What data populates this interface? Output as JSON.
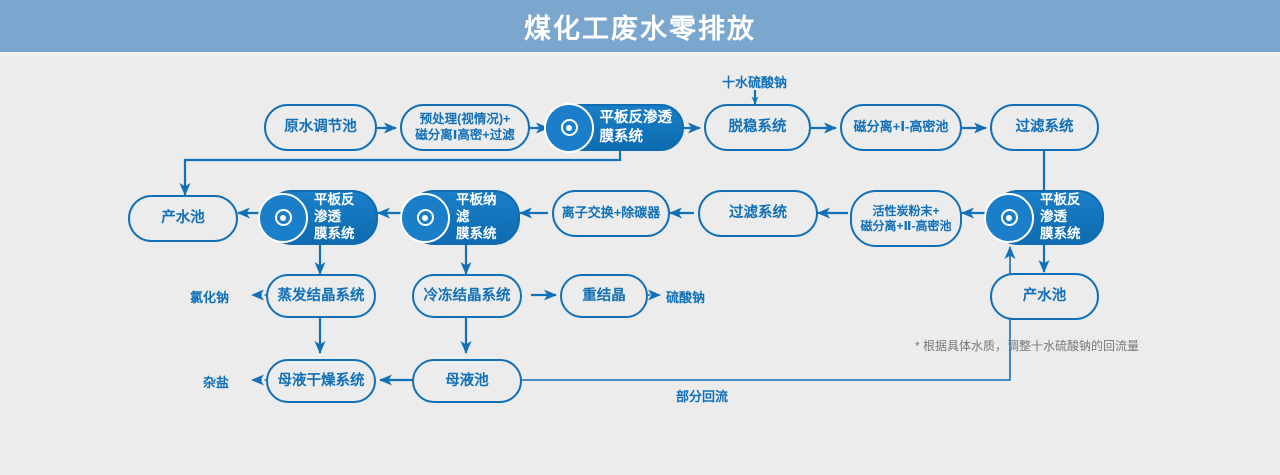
{
  "header": {
    "title": "煤化工废水零排放",
    "bar_color": "#7ba7cf"
  },
  "theme": {
    "line_color": "#1170b8",
    "node_fill_color": "#1a7fc8",
    "background": "#ececec",
    "text_color": "#1170b8",
    "note_color": "#777777"
  },
  "chart_data": {
    "type": "diagram",
    "title": "煤化工废水零排放",
    "nodes": [
      {
        "id": "n1",
        "label": "原水调节池",
        "style": "outline"
      },
      {
        "id": "n2",
        "label": "预处理(视情况)+\n磁分离Ⅰ高密+过滤",
        "style": "outline"
      },
      {
        "id": "n3",
        "label": "平板反渗透\n膜系统",
        "style": "filled",
        "icon": "membrane-disc-icon"
      },
      {
        "id": "n4",
        "label": "脱稳系统",
        "style": "outline"
      },
      {
        "id": "n5",
        "label": "磁分离+Ⅰ-高密池",
        "style": "outline"
      },
      {
        "id": "n6",
        "label": "过滤系统",
        "style": "outline"
      },
      {
        "id": "n7",
        "label": "平板反渗透\n膜系统",
        "style": "filled",
        "icon": "membrane-disc-icon"
      },
      {
        "id": "n8",
        "label": "活性炭粉末+\n磁分离+Ⅱ-高密池",
        "style": "outline"
      },
      {
        "id": "n9",
        "label": "过滤系统",
        "style": "outline"
      },
      {
        "id": "n10",
        "label": "离子交换+除碳器",
        "style": "outline"
      },
      {
        "id": "n11",
        "label": "平板纳滤\n膜系统",
        "style": "filled",
        "icon": "membrane-disc-icon"
      },
      {
        "id": "n12",
        "label": "平板反渗透\n膜系统",
        "style": "filled",
        "icon": "membrane-disc-icon"
      },
      {
        "id": "n13",
        "label": "产水池",
        "style": "outline"
      },
      {
        "id": "n14",
        "label": "产水池",
        "style": "outline"
      },
      {
        "id": "n15",
        "label": "蒸发结晶系统",
        "style": "outline"
      },
      {
        "id": "n16",
        "label": "冷冻结晶系统",
        "style": "outline"
      },
      {
        "id": "n17",
        "label": "重结晶",
        "style": "outline"
      },
      {
        "id": "n18",
        "label": "母液干燥系统",
        "style": "outline"
      },
      {
        "id": "n19",
        "label": "母液池",
        "style": "outline"
      }
    ],
    "edges": [
      {
        "from": "n1",
        "to": "n2",
        "kind": "solid"
      },
      {
        "from": "n2",
        "to": "n3",
        "kind": "solid"
      },
      {
        "from": "n3",
        "to": "n4",
        "kind": "solid"
      },
      {
        "from": "n4",
        "to": "n5",
        "kind": "solid"
      },
      {
        "from": "n5",
        "to": "n6",
        "kind": "solid"
      },
      {
        "from": "n6",
        "to": "n12",
        "kind": "solid"
      },
      {
        "from": "n3",
        "to": "n13",
        "kind": "solid"
      },
      {
        "from": "n12",
        "to": "n8",
        "kind": "solid"
      },
      {
        "from": "n12",
        "to": "n14",
        "kind": "solid"
      },
      {
        "from": "n8",
        "to": "n9",
        "kind": "solid"
      },
      {
        "from": "n9",
        "to": "n10",
        "kind": "solid"
      },
      {
        "from": "n10",
        "to": "n11",
        "kind": "solid"
      },
      {
        "from": "n11",
        "to": "n7",
        "kind": "solid"
      },
      {
        "from": "n7",
        "to": "n13",
        "kind": "solid"
      },
      {
        "from": "n7",
        "to": "n15",
        "kind": "solid"
      },
      {
        "from": "n11",
        "to": "n16",
        "kind": "solid"
      },
      {
        "from": "n15",
        "to": "氯化钠",
        "kind": "dotted"
      },
      {
        "from": "n16",
        "to": "n17",
        "kind": "solid"
      },
      {
        "from": "n17",
        "to": "硫酸钠",
        "kind": "dotted"
      },
      {
        "from": "n15",
        "to": "n18",
        "kind": "solid"
      },
      {
        "from": "n16",
        "to": "n19",
        "kind": "solid"
      },
      {
        "from": "n19",
        "to": "n18",
        "kind": "solid"
      },
      {
        "from": "n18",
        "to": "杂盐",
        "kind": "dotted"
      },
      {
        "from": "n19",
        "to": "n8",
        "kind": "solid",
        "label": "部分回流"
      },
      {
        "from": "十水硫酸钠",
        "to": "n4",
        "kind": "solid"
      }
    ],
    "free_labels": [
      {
        "id": "l1",
        "text": "十水硫酸钠"
      },
      {
        "id": "l2",
        "text": "氯化钠"
      },
      {
        "id": "l3",
        "text": "硫酸钠"
      },
      {
        "id": "l4",
        "text": "杂盐"
      },
      {
        "id": "l5",
        "text": "部分回流"
      }
    ],
    "footnote": "* 根据具体水质，调整十水硫酸钠的回流量"
  }
}
